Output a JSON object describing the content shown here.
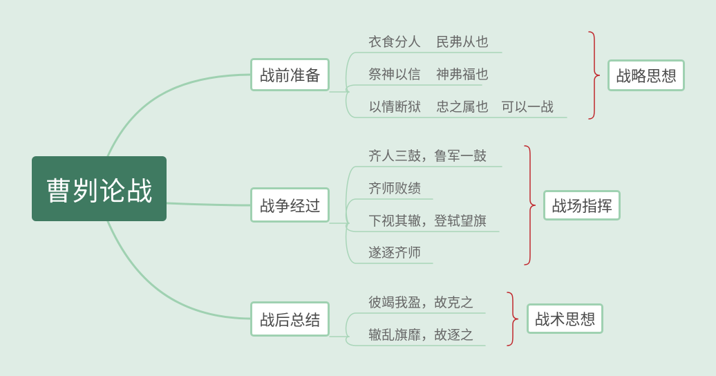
{
  "colors": {
    "background": "#dfede5",
    "root_fill": "#3f7a61",
    "branch_line": "#9fd1b1",
    "leaf_line": "#a8d5b8",
    "brace": "#c0282d",
    "text": "#4a4a4a"
  },
  "root": {
    "label": "曹刿论战"
  },
  "branches": [
    {
      "label": "战前准备",
      "leaves": [
        {
          "parts": [
            "衣食分人",
            "民弗从也"
          ]
        },
        {
          "parts": [
            "祭神以信",
            "神弗福也"
          ]
        },
        {
          "parts": [
            "以情断狱",
            "忠之属也",
            "可以一战"
          ]
        }
      ],
      "summary": "战略思想"
    },
    {
      "label": "战争经过",
      "leaves": [
        {
          "parts": [
            "齐人三鼓，鲁军一鼓"
          ]
        },
        {
          "parts": [
            "齐师败绩"
          ]
        },
        {
          "parts": [
            "下视其辙，登轼望旗"
          ]
        },
        {
          "parts": [
            "遂逐齐师"
          ]
        }
      ],
      "summary": "战场指挥"
    },
    {
      "label": "战后总结",
      "leaves": [
        {
          "parts": [
            "彼竭我盈，故克之"
          ]
        },
        {
          "parts": [
            "辙乱旗靡，故逐之"
          ]
        }
      ],
      "summary": "战术思想"
    }
  ]
}
